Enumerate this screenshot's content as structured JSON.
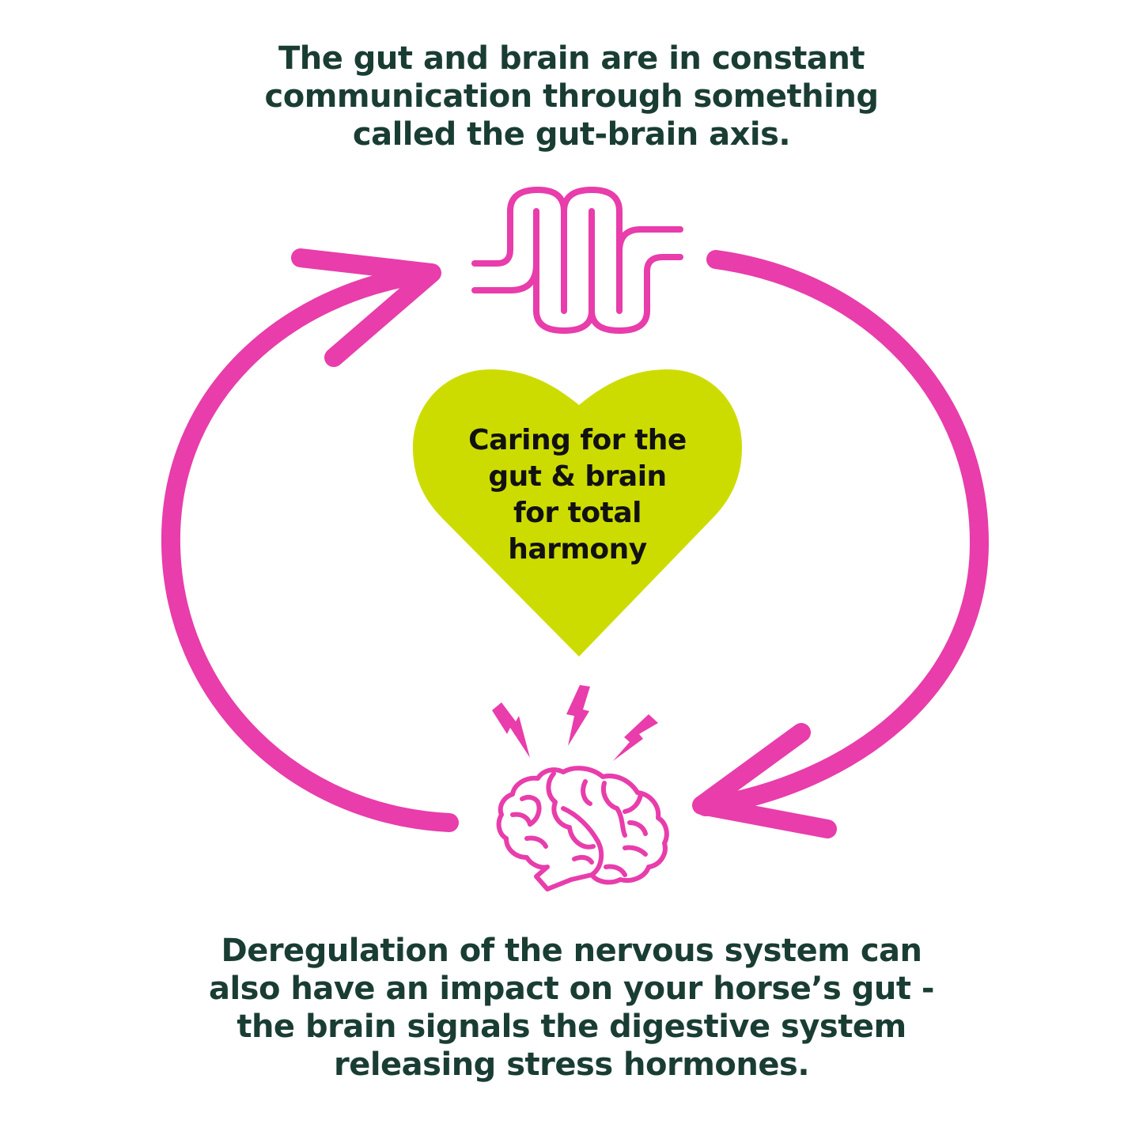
{
  "colors": {
    "text": "#1a3d33",
    "accent_pink": "#e83dab",
    "heart_fill": "#cddc00",
    "heart_text": "#111111",
    "background": "#ffffff"
  },
  "top_text": {
    "lines": [
      "The gut and brain are in constant",
      "communication through something",
      "called the gut-brain axis."
    ]
  },
  "center": {
    "shape": "heart",
    "lines": [
      "Caring for the",
      "gut & brain",
      "for total",
      "harmony"
    ]
  },
  "icons": {
    "top": "intestine-icon",
    "bottom": "brain-icon",
    "bottom_accent": "lightning-bolt-icon"
  },
  "arrows": {
    "left": "counter-clockwise arc from brain up to gut",
    "right": "clockwise arc from gut down to brain"
  },
  "bottom_text": {
    "lines": [
      "Deregulation of the nervous system can",
      "also have an impact on your horse’s gut -",
      "the brain signals the digestive system",
      "releasing stress hormones."
    ]
  }
}
